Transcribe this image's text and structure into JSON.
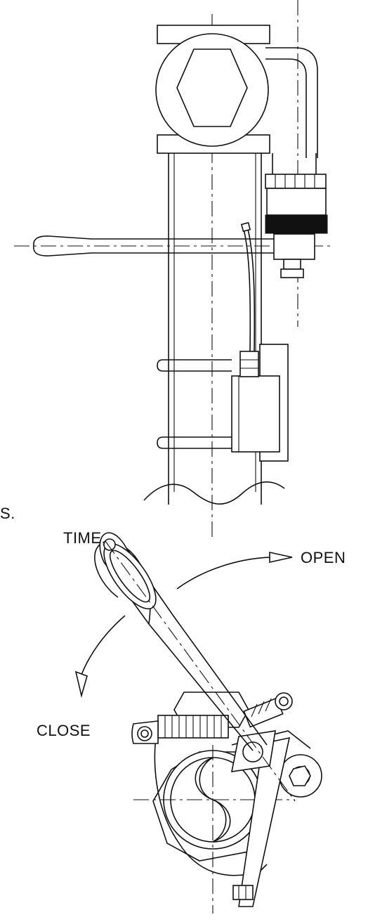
{
  "labels": {
    "partial_line_1": "S.",
    "partial_line_2": "TIME,",
    "open": "OPEN",
    "close": "CLOSE"
  }
}
